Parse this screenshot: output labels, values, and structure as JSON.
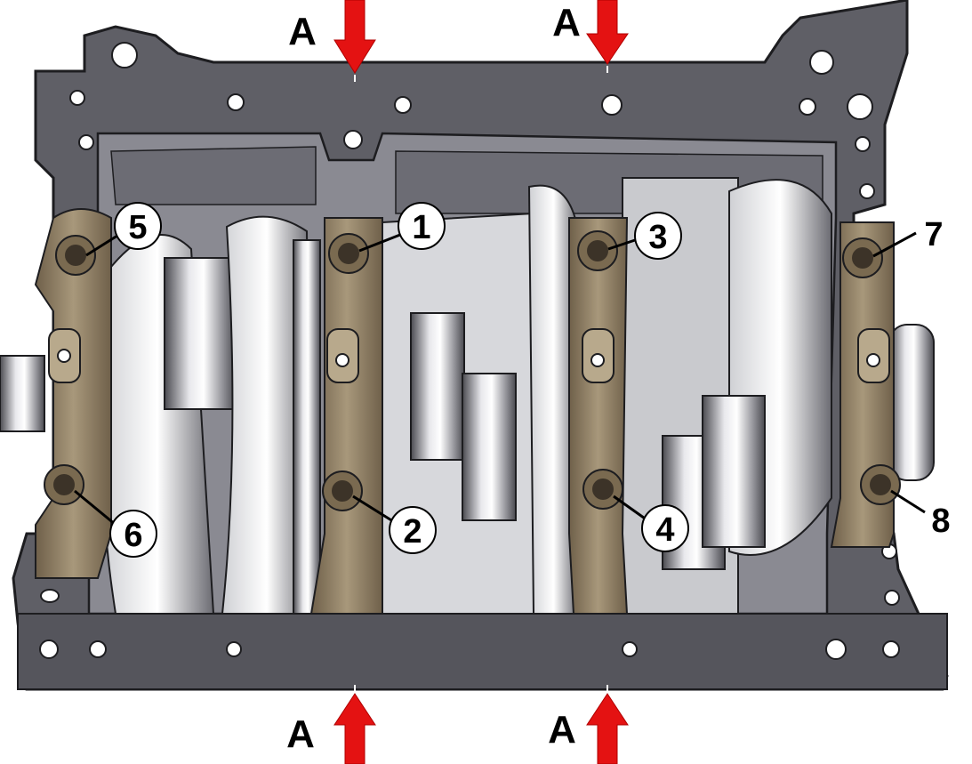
{
  "labels": {
    "arrow_top_left": "A",
    "arrow_top_right": "A",
    "arrow_bottom_left": "A",
    "arrow_bottom_right": "A"
  },
  "bolts": {
    "b1": "1",
    "b2": "2",
    "b3": "3",
    "b4": "4",
    "b5": "5",
    "b6": "6",
    "b7": "7",
    "b8": "8"
  },
  "colors": {
    "block": "#5f5f66",
    "block_dark": "#3e3e44",
    "cap": "#8c7a5e",
    "arrow": "#e41212"
  }
}
